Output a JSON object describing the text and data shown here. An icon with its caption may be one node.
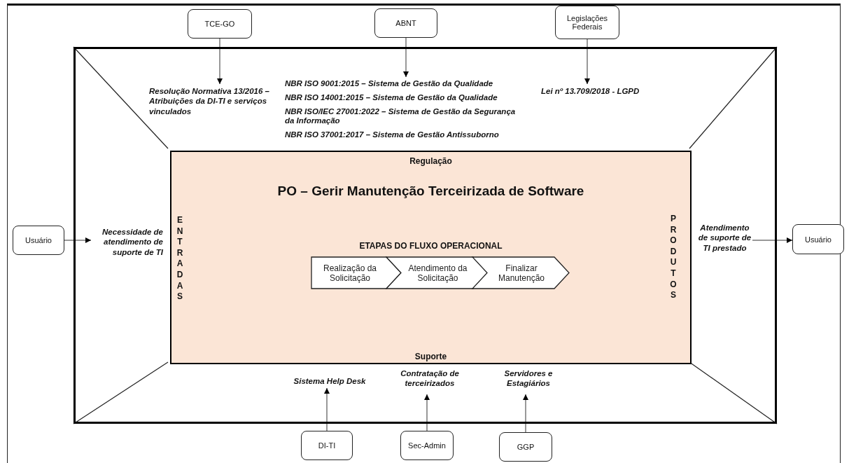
{
  "diagram": {
    "nodes": [
      {
        "text": [],
        "shape": "box"
      },
      {
        "text": [
          "TCE-GO"
        ]
      },
      {
        "text": [
          "ABNT"
        ]
      },
      {
        "text": [
          "Legislações Federais"
        ]
      },
      {
        "text": [
          "Resolução Normativa 13/2016 – Atribuições da DI-TI e serviços vinculados"
        ],
        "in": 0
      },
      {
        "text": [
          "NBR ISO 9001:2015 – Sistema de Gestão da Qualidade",
          "NBR ISO 14001:2015 – Sistema de Gestão da Qualidade",
          "NBR ISO/IEC 27001:2022 – Sistema de Gestão da Segurança da Informação",
          "NBR ISO 37001:2017 – Sistema de Gestão Antissuborno"
        ],
        "in": 0
      },
      {
        "text": [
          "Lei nº 13.709/2018 - LGPD"
        ],
        "in": 0
      },
      {
        "text": [
          "Usuário"
        ]
      },
      {
        "text": [
          "Necessidade de atendimento de suporte de TI"
        ],
        "in": 0
      },
      {
        "text": [
          "Regulação",
          "PO – Gerir Manutenção Terceirizada de Software",
          "ENTRADAS",
          "ETAPAS DO FLUXO OPERACIONAL",
          "PRODUTOS",
          "Suporte"
        ],
        "in": 0
      },
      {
        "text": [
          "Realização da Solicitação"
        ],
        "in": 9
      },
      {
        "text": [
          "Atendimento da Solicitação"
        ],
        "in": 9
      },
      {
        "text": [
          "Finalizar Manutenção"
        ],
        "in": 9
      },
      {
        "text": [
          "Atendimento de suporte de TI prestado"
        ],
        "in": 0
      },
      {
        "text": [
          "Usuário"
        ]
      },
      {
        "text": [
          "Sistema Help Desk"
        ],
        "in": 0
      },
      {
        "text": [
          "Contratação de terceirizados"
        ],
        "in": 0
      },
      {
        "text": [
          "Servidores e Estagiários"
        ],
        "in": 0
      },
      {
        "text": [
          "DI-TI"
        ]
      },
      {
        "text": [
          "Sec-Admin"
        ]
      },
      {
        "text": [
          "GGP"
        ]
      }
    ],
    "edges": [
      {
        "from": 1,
        "to": 4,
        "arrow": "to"
      },
      {
        "from": 2,
        "to": 5,
        "arrow": "to"
      },
      {
        "from": 3,
        "to": 6,
        "arrow": "to"
      },
      {
        "from": 7,
        "to": 8,
        "arrow": "to"
      },
      {
        "from": 13,
        "to": 14,
        "arrow": "to"
      },
      {
        "from": 18,
        "to": 15,
        "arrow": "to"
      },
      {
        "from": 19,
        "to": 16,
        "arrow": "to"
      },
      {
        "from": 20,
        "to": 17,
        "arrow": "to"
      }
    ]
  }
}
